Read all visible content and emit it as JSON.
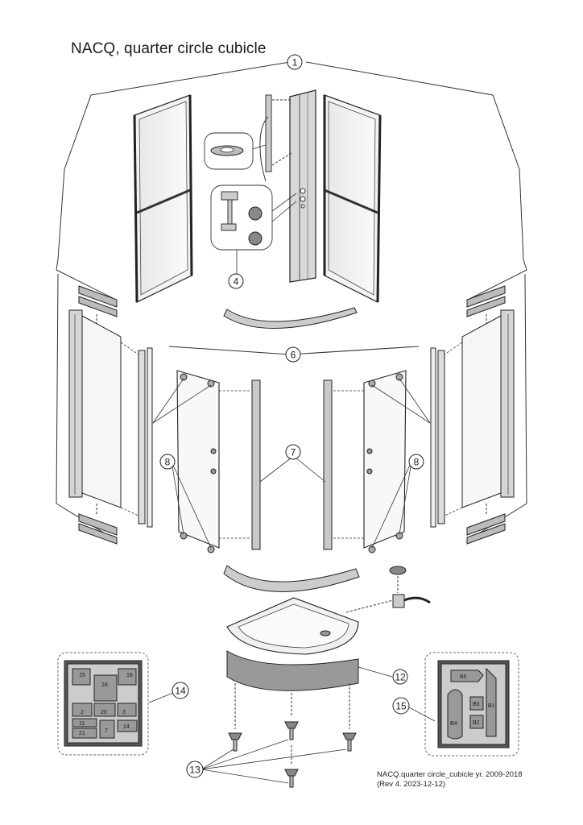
{
  "title": "NACQ, quarter circle cubicle",
  "footer": {
    "line1": "NACQ.quarter circle_cubicle yr. 2009-2018",
    "line2": "(Rev 4. 2023-12-12)"
  },
  "callouts": {
    "c1": "1",
    "c4": "4",
    "c6": "6",
    "c7": "7",
    "c8a": "8",
    "c8b": "8",
    "c12": "12",
    "c13": "13",
    "c14": "14",
    "c15": "15"
  },
  "pack14": {
    "p15": "15",
    "p16": "16",
    "p18": "18",
    "p2": "2",
    "p20": "20",
    "p3": "3",
    "p11": "11",
    "p21": "21",
    "p7": "7",
    "p14": "14"
  },
  "pack15": {
    "b5": "B5",
    "b3": "B3",
    "b1": "B1",
    "b4": "B4",
    "b2": "B2"
  }
}
